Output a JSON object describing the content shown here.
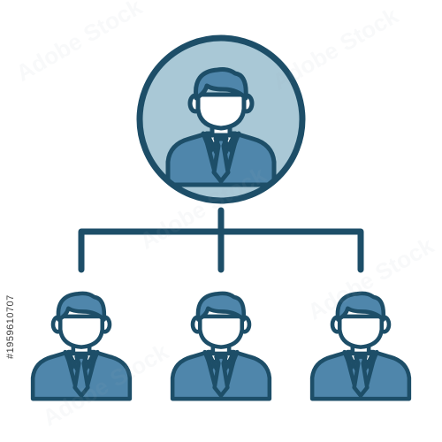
{
  "icon": {
    "name": "organizational-hierarchy-icon",
    "colors": {
      "outline": "#1d4e68",
      "fill_primary": "#4f86ab",
      "fill_light": "#a9c8d6",
      "skin": "#ffffff",
      "background": "#ffffff"
    },
    "nodes": [
      {
        "role": "top-manager",
        "framed": true
      },
      {
        "role": "subordinate-left",
        "framed": false
      },
      {
        "role": "subordinate-center",
        "framed": false
      },
      {
        "role": "subordinate-right",
        "framed": false
      }
    ]
  },
  "watermark": {
    "text": "Adobe Stock",
    "stock_id": "#1959610707"
  }
}
